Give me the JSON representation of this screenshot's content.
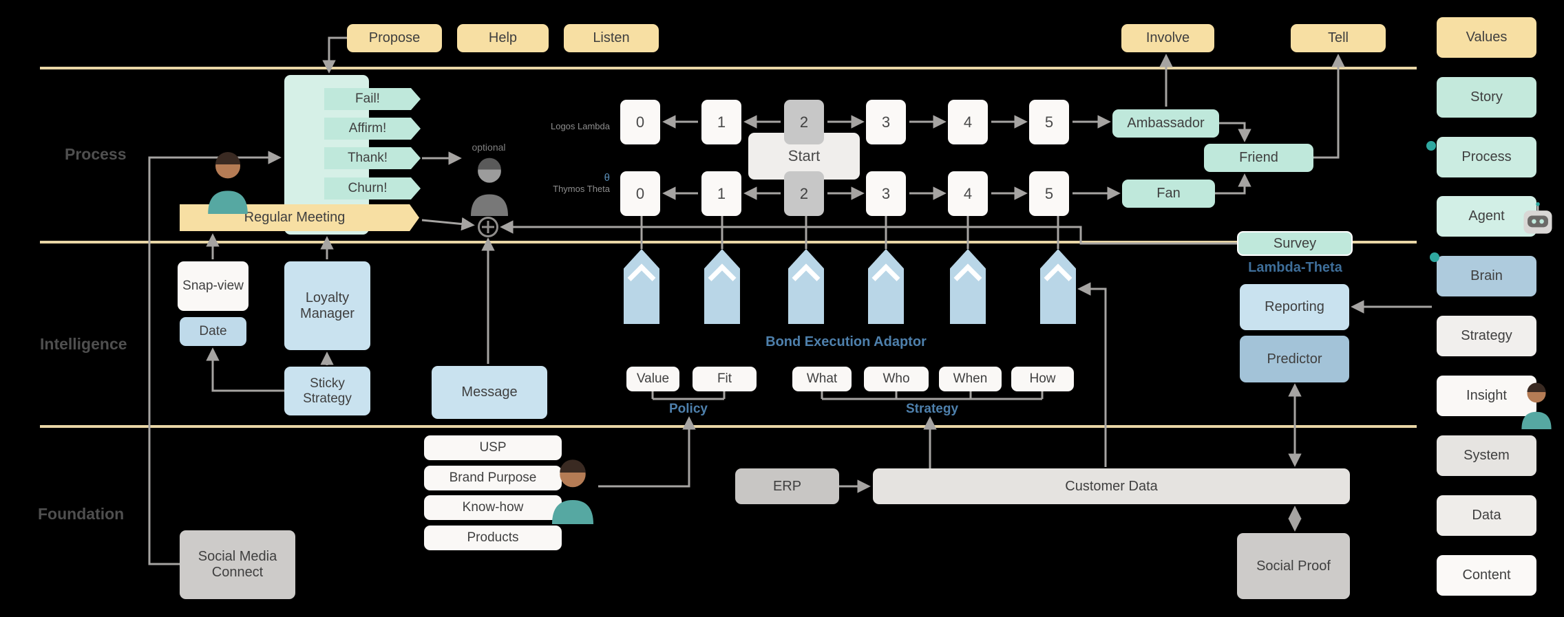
{
  "diagram": {
    "lane_labels": [
      "Process",
      "Intelligence",
      "Foundation"
    ],
    "top_actions": {
      "propose": "Propose",
      "help": "Help",
      "listen": "Listen",
      "involve": "Involve",
      "tell": "Tell"
    },
    "right_column": {
      "items": [
        {
          "label": "Values",
          "color": "#F7DFA3"
        },
        {
          "label": "Story",
          "color": "#C4E9DC"
        },
        {
          "label": "Process",
          "color": "#CBECE1"
        },
        {
          "label": "Agent",
          "color": "#D2EFE6"
        },
        {
          "label": "Brain",
          "color": "#AECBDD"
        },
        {
          "label": "Strategy",
          "color": "#F1EFED"
        },
        {
          "label": "Insight",
          "color": "#FAF8F6"
        },
        {
          "label": "System",
          "color": "#E6E4E1"
        },
        {
          "label": "Data",
          "color": "#EFEDEA"
        },
        {
          "label": "Content",
          "color": "#FBF9F7"
        }
      ]
    },
    "process": {
      "ribbons": [
        "Fail!",
        "Affirm!",
        "Thank!",
        "Churn!"
      ],
      "regular_meeting": "Regular Meeting",
      "optional": "optional",
      "ladder": {
        "row1_label": "Logos Lambda",
        "row2_symbol": "θ",
        "row2_label": "Thymos Theta",
        "row1": [
          "0",
          "1",
          "2",
          "3",
          "4",
          "5"
        ],
        "row2": [
          "0",
          "1",
          "2",
          "3",
          "4",
          "5"
        ],
        "start": "Start"
      },
      "ambassador": "Ambassador",
      "friend": "Friend",
      "fan": "Fan",
      "survey": "Survey"
    },
    "intelligence": {
      "snap_view": "Snap-view",
      "date": "Date",
      "loyalty_manager": "Loyalty Manager",
      "sticky_strategy": "Sticky Strategy",
      "message": "Message",
      "bond_adaptor": "Bond Execution Adaptor",
      "policy_label": "Policy",
      "policy_items": [
        "Value",
        "Fit"
      ],
      "strategy_label": "Strategy",
      "strategy_items": [
        "What",
        "Who",
        "When",
        "How"
      ],
      "lambda_theta": "Lambda-Theta",
      "reporting": "Reporting",
      "predictor": "Predictor"
    },
    "foundation": {
      "assets": [
        "USP",
        "Brand Purpose",
        "Know-how",
        "Products"
      ],
      "erp": "ERP",
      "customer_data": "Customer Data",
      "social_proof": "Social Proof",
      "social_media_connect": "Social Media Connect"
    },
    "colors": {
      "background": "#000000",
      "lane_line": "#E9D6A6",
      "accent_yellow": "#F7DFA3",
      "accent_mint": "#BFE8DB",
      "accent_blue": "#C9E2EF",
      "accent_steel": "#4E80AC",
      "arrow": "#A6A4A2",
      "teal_dot": "#2FA8A0"
    }
  }
}
